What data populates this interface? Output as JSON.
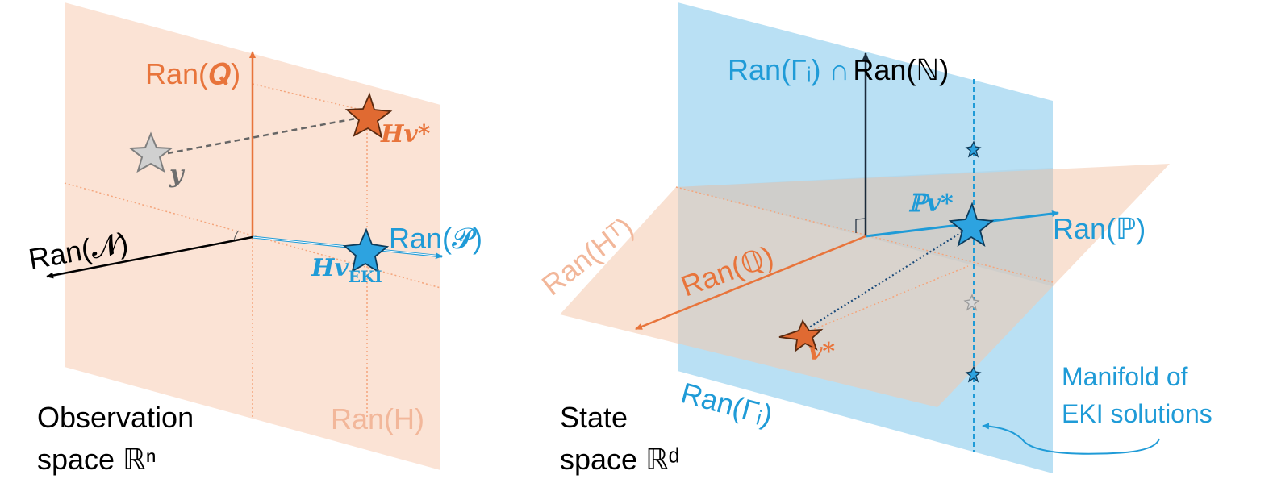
{
  "colors": {
    "orange": "#e8743b",
    "orange_dark": "#d9622b",
    "orange_plane": "#f9d9c6",
    "blue": "#1f9bd7",
    "blue_plane": "#a7d8f1",
    "gray": "#9a9a9a",
    "black": "#000000",
    "text_light_orange": "#f2b79a"
  },
  "left": {
    "caption_line1": "Observation",
    "caption_line2": "space ℝⁿ",
    "plane_label": "Ran(H)",
    "axis_q_label": "Ran(𝑸)",
    "axis_n_label": "Ran(𝓝)",
    "axis_p_label": "Ran(𝓟)",
    "star_y_label": "y",
    "star_hv_label": "Hv*",
    "star_hveki_label": "Hv",
    "star_hveki_sub": "EKI"
  },
  "right": {
    "caption_line1": "State",
    "caption_line2": "space ℝᵈ",
    "plane_ht_label": "Ran(Hᵀ)",
    "plane_gamma_label": "Ran(Γᵢ)",
    "axis_top_label_a": "Ran(Γᵢ) ∩",
    "axis_top_label_b": "Ran(ℕ)",
    "axis_q_label": "Ran(ℚ)",
    "axis_p_label": "Ran(ℙ)",
    "star_pv_label": "ℙv*",
    "star_v_label": "v*",
    "manifold_line1": "Manifold of",
    "manifold_line2": "EKI solutions"
  }
}
